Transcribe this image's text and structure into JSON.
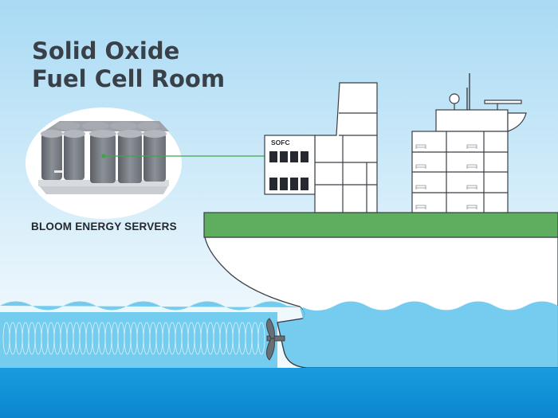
{
  "diagram": {
    "title_line1": "Solid Oxide",
    "title_line2": "Fuel Cell Room",
    "room_label": "SOFC",
    "servers_caption": "BLOOM ENERGY SERVERS"
  },
  "colors": {
    "sky_top": "#a9daf4",
    "sky_bottom": "#eef8fd",
    "deck_green": "#5fae5f",
    "water_light": "#66c6ec",
    "water_deep": "#0f8fd6",
    "leader_line": "#3aa84a",
    "outline": "#3a3f45"
  },
  "icons": {
    "propeller": "propeller-icon",
    "radar": "radar-dish-icon",
    "antenna": "antenna-mast-icon",
    "bed": "bed-icon"
  }
}
